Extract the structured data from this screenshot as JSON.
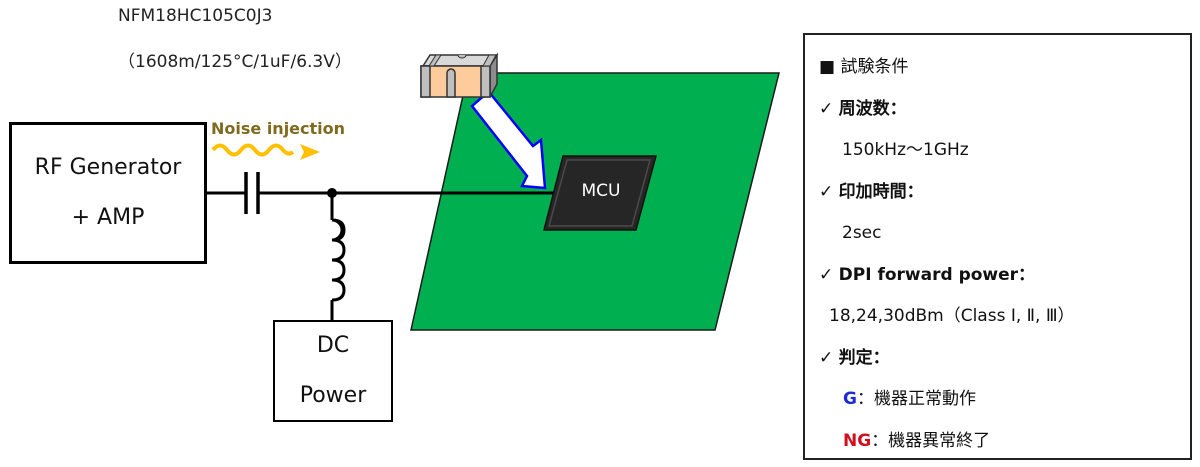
{
  "component": {
    "part_number": "NFM18HC105C0J3",
    "spec": "（1608m/125°C/1uF/6.3V）"
  },
  "rf_generator": {
    "line1": "RF Generator",
    "line2": "+ AMP"
  },
  "noise": {
    "label": "Noise injection",
    "color": "#ffc000"
  },
  "dc_power": {
    "line1": "DC",
    "line2": "Power"
  },
  "mcu": {
    "label": "MCU"
  },
  "colors": {
    "pcb": "#00b050",
    "mcu": "#262626",
    "arrow_outline": "#0000ff",
    "g": "#1b2bd6",
    "ng": "#d0101e"
  },
  "conditions": {
    "title": "■ 試験条件",
    "items": [
      {
        "check": "✓",
        "label": "周波数：",
        "value": "150kHz〜1GHz"
      },
      {
        "check": "✓",
        "label": "印加時間：",
        "value": "2sec"
      },
      {
        "check": "✓",
        "label": "DPI forward power：",
        "value": "18,24,30dBm（Class Ⅰ, Ⅱ, Ⅲ）"
      },
      {
        "check": "✓",
        "label": "判定："
      }
    ],
    "judgement": [
      {
        "code": "G",
        "text": "：機器正常動作"
      },
      {
        "code": "NG",
        "text": "：機器異常終了"
      }
    ]
  }
}
